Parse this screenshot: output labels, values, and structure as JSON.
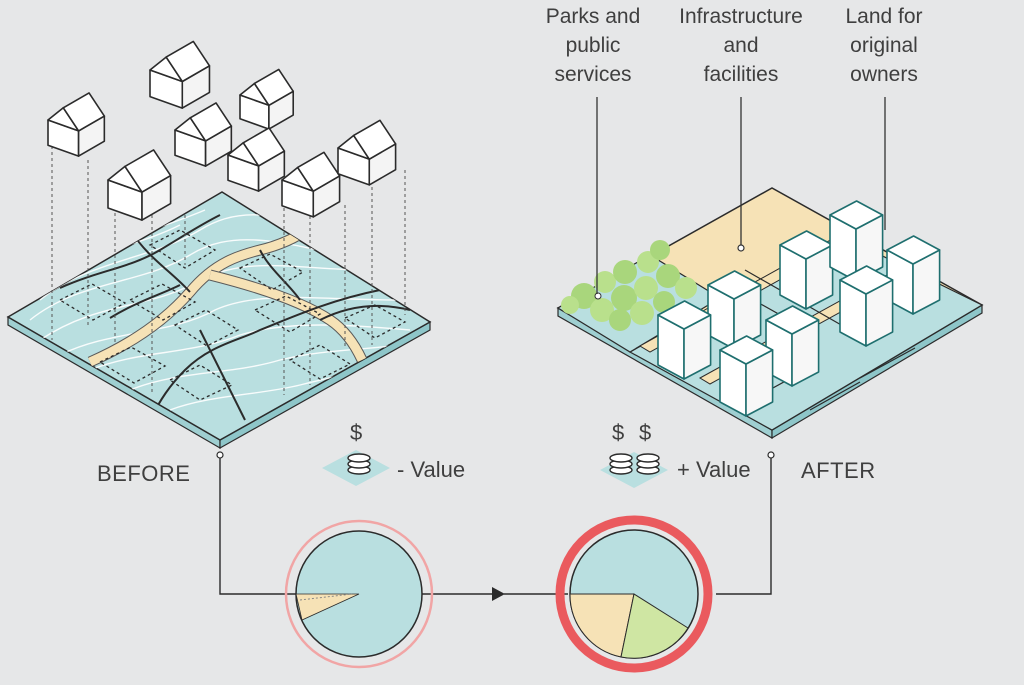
{
  "labels": {
    "parks": [
      "Parks and",
      "public",
      "services"
    ],
    "infrastructure": [
      "Infrastructure",
      "and",
      "facilities"
    ],
    "land": [
      "Land for",
      "original",
      "owners"
    ]
  },
  "before": {
    "title": "BEFORE",
    "value_label": "- Value",
    "currency_symbol": "$"
  },
  "after": {
    "title": "AFTER",
    "value_label": "+ Value",
    "currency_symbols": [
      "$",
      "$"
    ]
  },
  "colors": {
    "water": "#b9dfe0",
    "road": "#f6e2b6",
    "green": "#a9d67c",
    "red_ring": "#ea5a5e",
    "stroke": "#2b2b2b",
    "teal_dark": "#1f6f6f"
  }
}
